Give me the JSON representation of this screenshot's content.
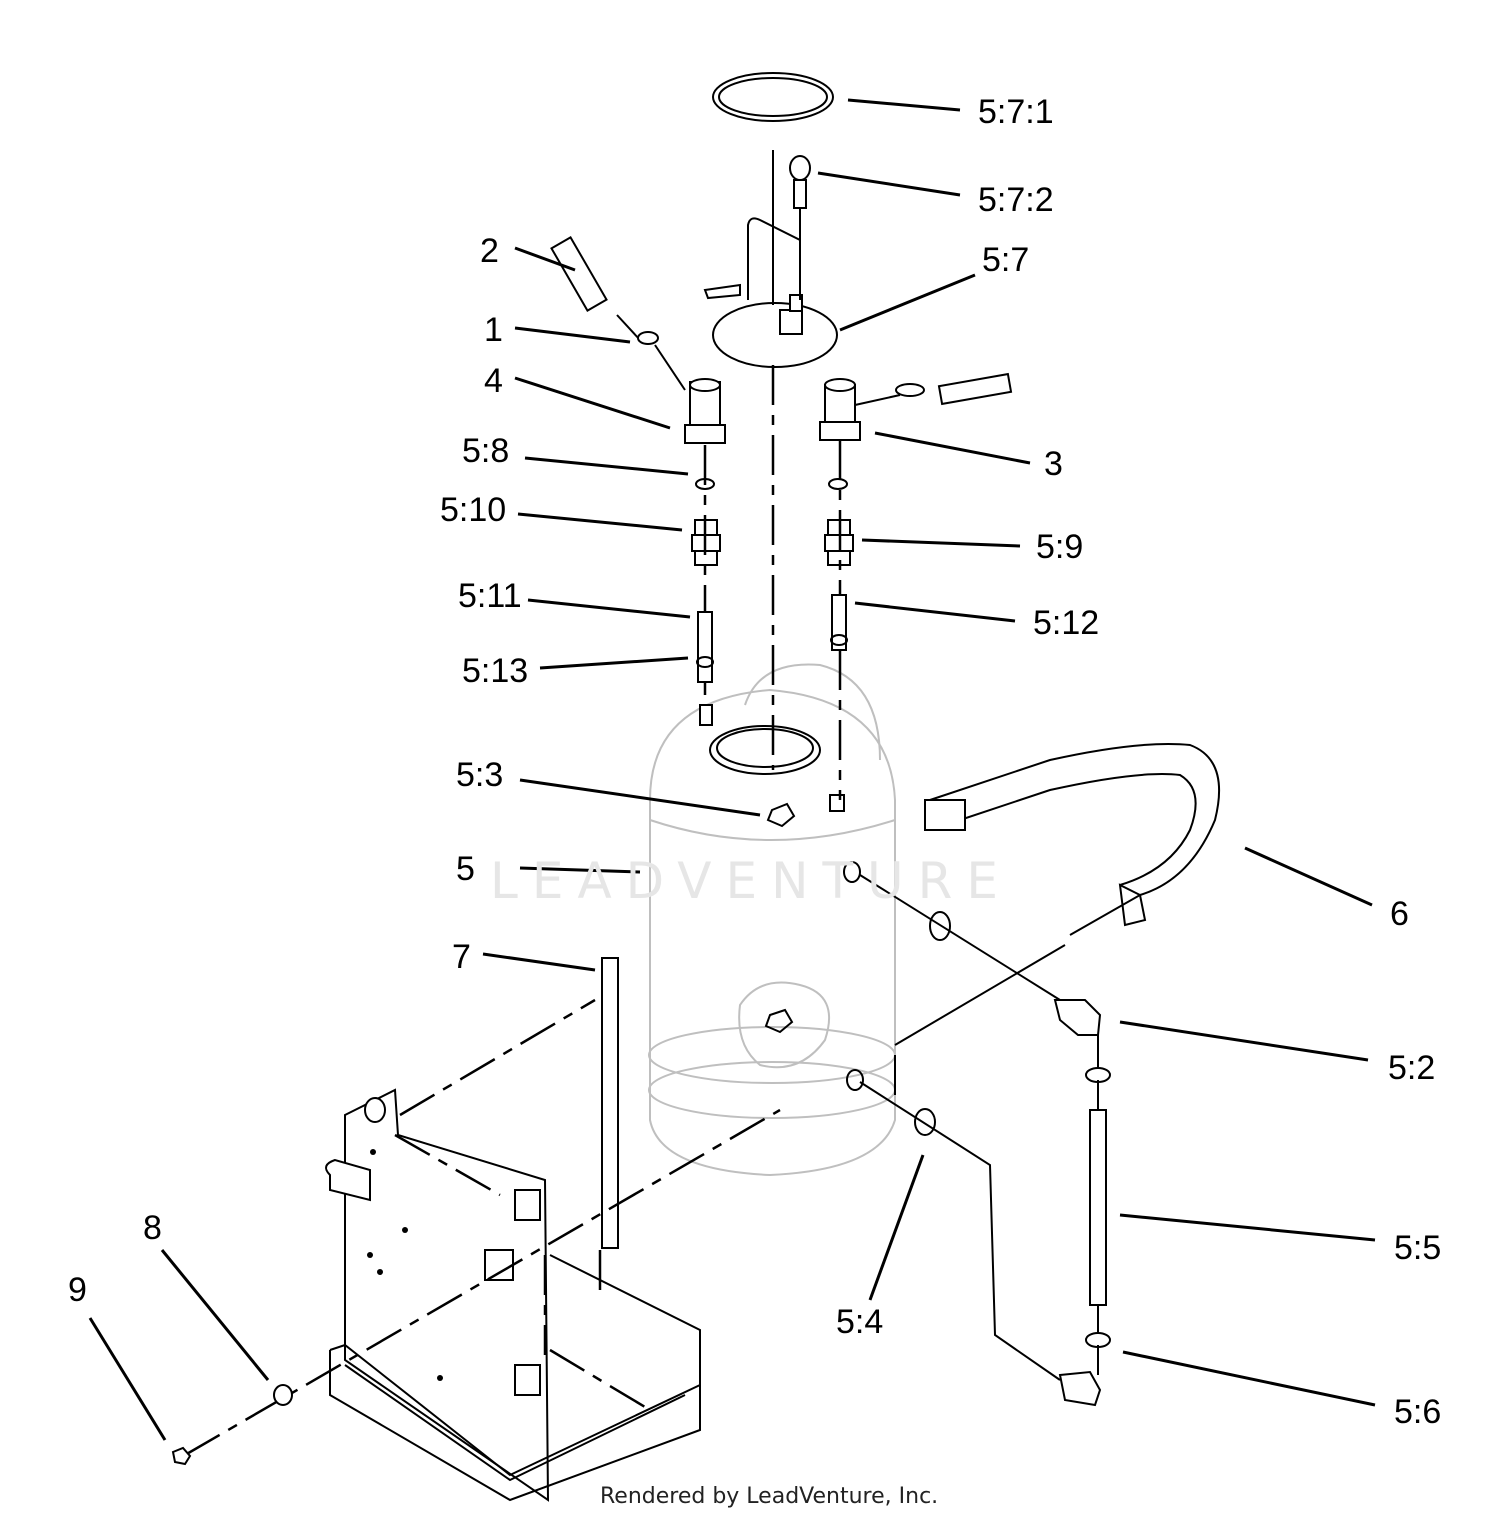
{
  "callouts": [
    {
      "id": "5-7-1",
      "text": "5:7:1"
    },
    {
      "id": "5-7-2",
      "text": "5:7:2"
    },
    {
      "id": "5-7",
      "text": "5:7"
    },
    {
      "id": "2",
      "text": "2"
    },
    {
      "id": "1",
      "text": "1"
    },
    {
      "id": "4",
      "text": "4"
    },
    {
      "id": "3",
      "text": "3"
    },
    {
      "id": "5-8",
      "text": "5:8"
    },
    {
      "id": "5-10",
      "text": "5:10"
    },
    {
      "id": "5-9",
      "text": "5:9"
    },
    {
      "id": "5-11",
      "text": "5:11"
    },
    {
      "id": "5-12",
      "text": "5:12"
    },
    {
      "id": "5-13",
      "text": "5:13"
    },
    {
      "id": "5-3",
      "text": "5:3"
    },
    {
      "id": "5",
      "text": "5"
    },
    {
      "id": "6",
      "text": "6"
    },
    {
      "id": "7",
      "text": "7"
    },
    {
      "id": "5-2",
      "text": "5:2"
    },
    {
      "id": "5-5",
      "text": "5:5"
    },
    {
      "id": "5-4",
      "text": "5:4"
    },
    {
      "id": "5-6",
      "text": "5:6"
    },
    {
      "id": "8",
      "text": "8"
    },
    {
      "id": "9",
      "text": "9"
    }
  ],
  "watermark": "LEADVENTURE",
  "footer": "Rendered by LeadVenture, Inc."
}
